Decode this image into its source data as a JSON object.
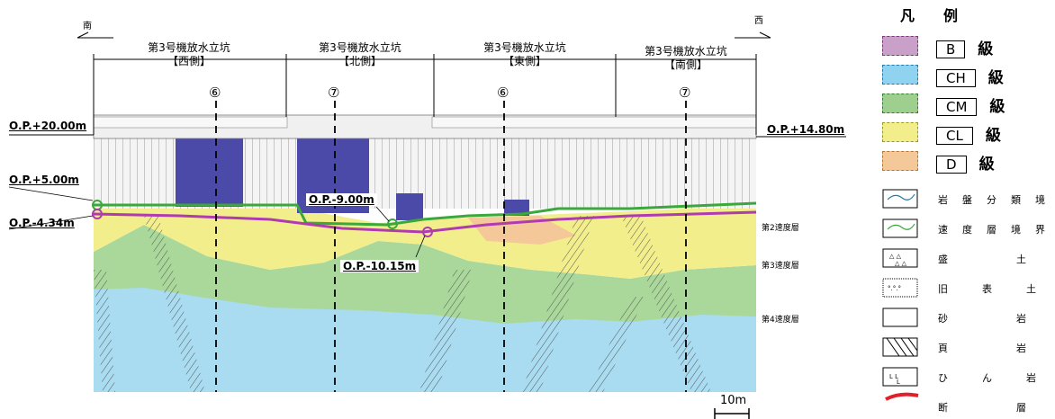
{
  "directions": {
    "left": "南",
    "right": "西"
  },
  "sections": [
    {
      "name": "第3号機放水立坑",
      "side": "【西側】",
      "marker": "⑥"
    },
    {
      "name": "第3号機放水立坑",
      "side": "【北側】",
      "marker": "⑦"
    },
    {
      "name": "第3号機放水立坑",
      "side": "【東側】",
      "marker": "⑥"
    },
    {
      "name": "第3号機放水立坑",
      "side": "【南側】",
      "marker": "⑦"
    }
  ],
  "levels": {
    "op_top_left": "O.P.+20.00m",
    "op_top_right": "O.P.+14.80m",
    "op_plus5": "O.P.+5.00m",
    "op_minus434": "O.P.-4.34m",
    "op_minus9": "O.P.-9.00m",
    "op_minus1015": "O.P.-10.15m"
  },
  "velocity_layers": [
    "第2速度層",
    "第3速度層",
    "第4速度層"
  ],
  "scale_label": "10m",
  "legend": {
    "title": "凡　　例",
    "grades": [
      {
        "code": "B",
        "label": "級",
        "color": "#c9a0c8"
      },
      {
        "code": "CH",
        "label": "級",
        "color": "#8fd3f0"
      },
      {
        "code": "CM",
        "label": "級",
        "color": "#9fcf8f"
      },
      {
        "code": "CL",
        "label": "級",
        "color": "#f3ee8c"
      },
      {
        "code": "D",
        "label": "級",
        "color": "#f5c89a"
      }
    ],
    "symbols": [
      {
        "icon": "rock-class-boundary-icon",
        "text": "岩盤分類境界"
      },
      {
        "icon": "velocity-boundary-icon",
        "text": "速度層境界"
      },
      {
        "icon": "fill-soil-icon",
        "text": "盛土"
      },
      {
        "icon": "old-topsoil-icon",
        "text": "旧表土"
      },
      {
        "icon": "sandstone-icon",
        "text": "砂岩"
      },
      {
        "icon": "shale-icon",
        "text": "頁岩"
      },
      {
        "icon": "porphyrite-icon",
        "text": "ひん岩"
      },
      {
        "icon": "fault-icon",
        "text": "断層"
      }
    ]
  },
  "colors": {
    "purple_fill": "#4b4aa8",
    "green_line": "#3aa83a",
    "magenta_line": "#b03ab0",
    "layer2": "#f3ee8c",
    "layer3": "#a9d89a",
    "layer4": "#a9dcf0"
  }
}
